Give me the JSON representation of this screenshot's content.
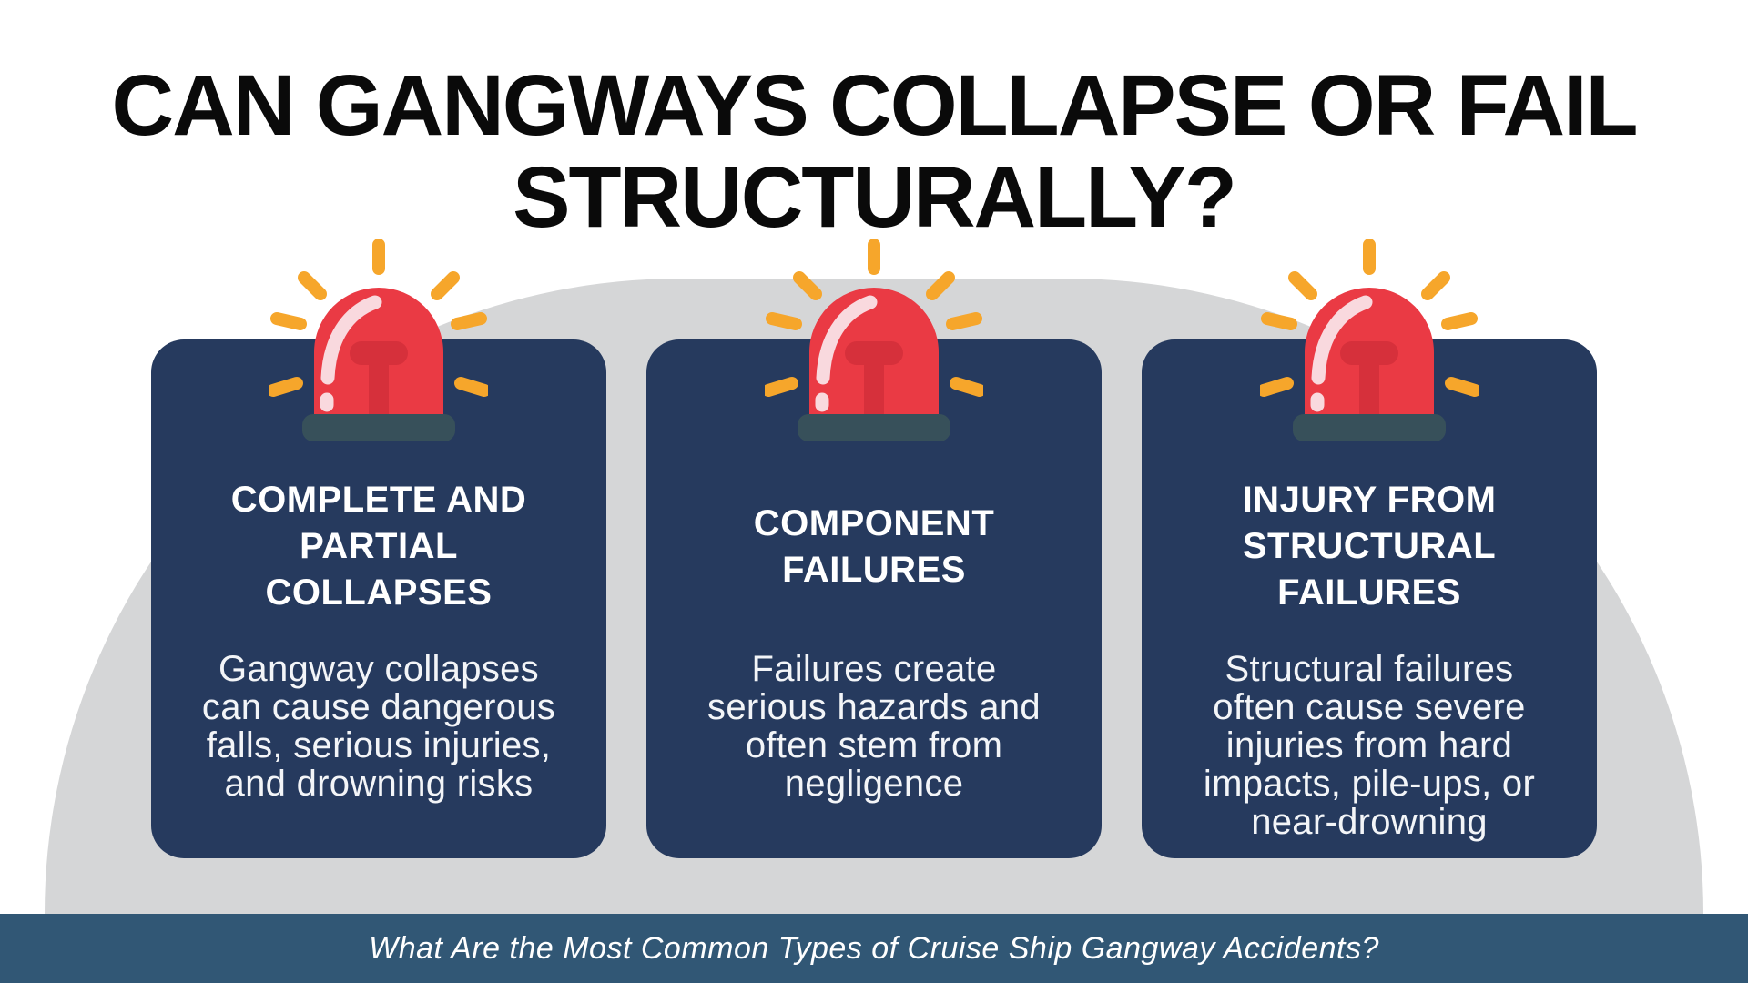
{
  "title": "CAN GANGWAYS COLLAPSE OR FAIL\nSTRUCTURALLY?",
  "cards": [
    {
      "icon": "siren-icon",
      "heading": "COMPLETE AND\nPARTIAL\nCOLLAPSES",
      "body": "Gangway collapses\ncan cause dangerous\nfalls, serious injuries,\nand drowning risks"
    },
    {
      "icon": "siren-icon",
      "heading": "COMPONENT\nFAILURES",
      "body": "Failures create\nserious hazards and\noften stem from\nnegligence"
    },
    {
      "icon": "siren-icon",
      "heading": "INJURY FROM\nSTRUCTURAL\nFAILURES",
      "body": "Structural failures\noften cause severe\ninjuries from hard\nimpacts, pile-ups, or\nnear-drowning"
    }
  ],
  "footer": {
    "text": "What Are the Most Common Types of Cruise Ship Gangway Accidents?"
  },
  "colors": {
    "card_bg": "#263A5E",
    "footer_bg": "#315775",
    "dome_bg": "#D5D6D7",
    "title_text": "#0A0A0A",
    "card_text": "#FFFFFF",
    "siren_red": "#EA3A44",
    "siren_red_dark": "#D6303B",
    "siren_base": "#37505A",
    "siren_ray": "#F6A62B",
    "siren_highlight": "#F9D9DE"
  }
}
